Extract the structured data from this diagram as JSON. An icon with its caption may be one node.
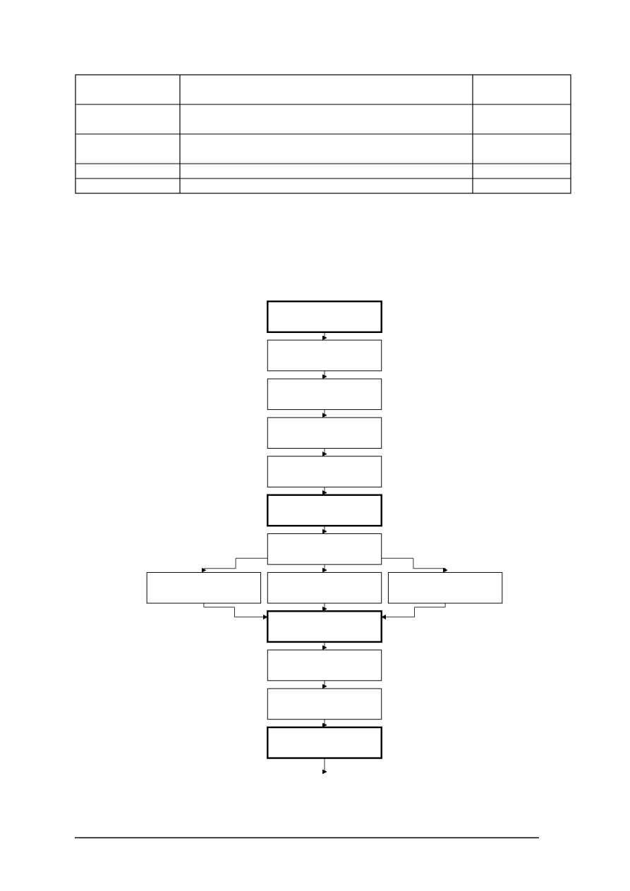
{
  "diagram": {
    "nodes": [
      {
        "text": [],
        "shape": "box"
      },
      {
        "text": [],
        "shape": "box"
      },
      {
        "text": [],
        "shape": "box"
      },
      {
        "text": [],
        "shape": "box"
      },
      {
        "text": [],
        "shape": "box"
      },
      {
        "text": [],
        "shape": "box"
      },
      {
        "text": [],
        "shape": "box"
      },
      {
        "text": [],
        "shape": "box"
      },
      {
        "text": [],
        "shape": "box"
      },
      {
        "text": [],
        "shape": "box"
      },
      {
        "text": [],
        "shape": "box"
      },
      {
        "text": [],
        "shape": "box"
      },
      {
        "text": [],
        "shape": "box"
      },
      {
        "text": [],
        "shape": "box"
      }
    ],
    "edges": [
      {
        "from": 0,
        "to": 1,
        "arrow": "to"
      },
      {
        "from": 1,
        "to": 2,
        "arrow": "to"
      },
      {
        "from": 2,
        "to": 3,
        "arrow": "to"
      },
      {
        "from": 3,
        "to": 4,
        "arrow": "to"
      },
      {
        "from": 4,
        "to": 5,
        "arrow": "to"
      },
      {
        "from": 5,
        "to": 6,
        "arrow": "to"
      },
      {
        "from": 6,
        "to": 7,
        "arrow": "to"
      },
      {
        "from": 6,
        "to": 8,
        "arrow": "to"
      },
      {
        "from": 6,
        "to": 9,
        "arrow": "to"
      },
      {
        "from": 7,
        "to": 10,
        "arrow": "to"
      },
      {
        "from": 8,
        "to": 10,
        "arrow": "to"
      },
      {
        "from": 9,
        "to": 10,
        "arrow": "to"
      },
      {
        "from": 10,
        "to": 11,
        "arrow": "to"
      },
      {
        "from": 11,
        "to": 12,
        "arrow": "to"
      },
      {
        "from": 12,
        "to": 13,
        "arrow": "to"
      },
      {
        "from": 13,
        "to": null,
        "arrow": "to"
      }
    ]
  }
}
